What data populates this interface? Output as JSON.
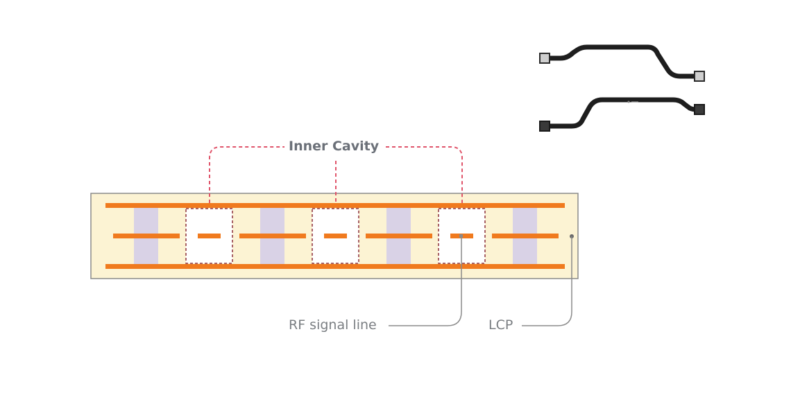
{
  "diagram": {
    "title_label": "Inner Cavity",
    "labels": {
      "rf_signal_line": "RF signal line",
      "lcp": "LCP"
    },
    "colors": {
      "substrate": "#fcf3d3",
      "substrate_border": "#8a8a8a",
      "copper": "#f07a1e",
      "via": "#d9d2e6",
      "cavity_fill": "#ffffff",
      "cavity_border": "#8b2f3a",
      "callout_dashed": "#e0546a",
      "leader_line": "#8a8a8a",
      "cable": "#1e1e1e"
    },
    "structure": {
      "ground_layers": 2,
      "signal_segments": 4,
      "vias": 4,
      "inner_cavities": 3
    },
    "photo": {
      "description": "Two black flexible LCP antenna cables with connectors"
    }
  }
}
